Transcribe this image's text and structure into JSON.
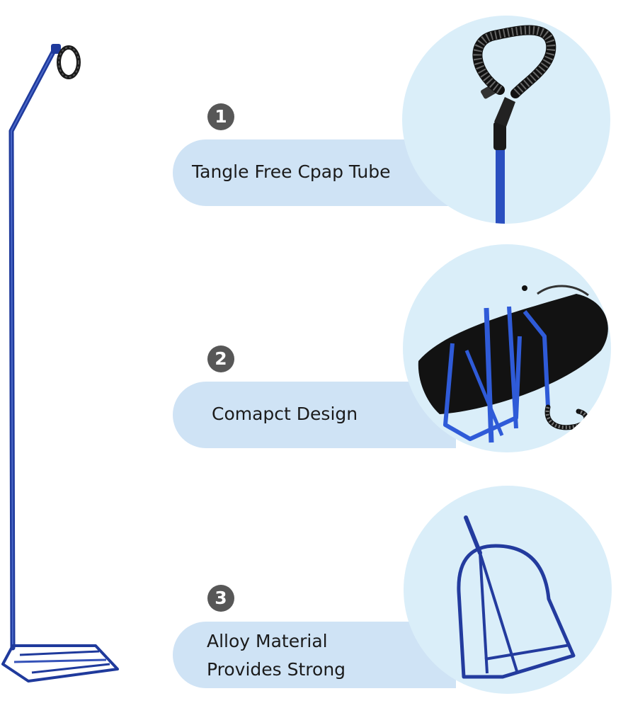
{
  "features": [
    {
      "number": "1",
      "label": "Tangle Free Cpap Tube",
      "icon": "coiled-hose-clip-icon"
    },
    {
      "number": "2",
      "label": "Comapct Design",
      "icon": "folded-stand-with-bag-icon"
    },
    {
      "number": "3",
      "label": "Alloy Material\nProvides Strong",
      "icon": "stand-base-frame-icon"
    }
  ],
  "colors": {
    "stand_blue": "#2a45a8",
    "pill_bg": "#cfe3f5",
    "circle_bg": "#daeef9",
    "badge_bg": "#575757",
    "text": "#1b1b1b"
  }
}
